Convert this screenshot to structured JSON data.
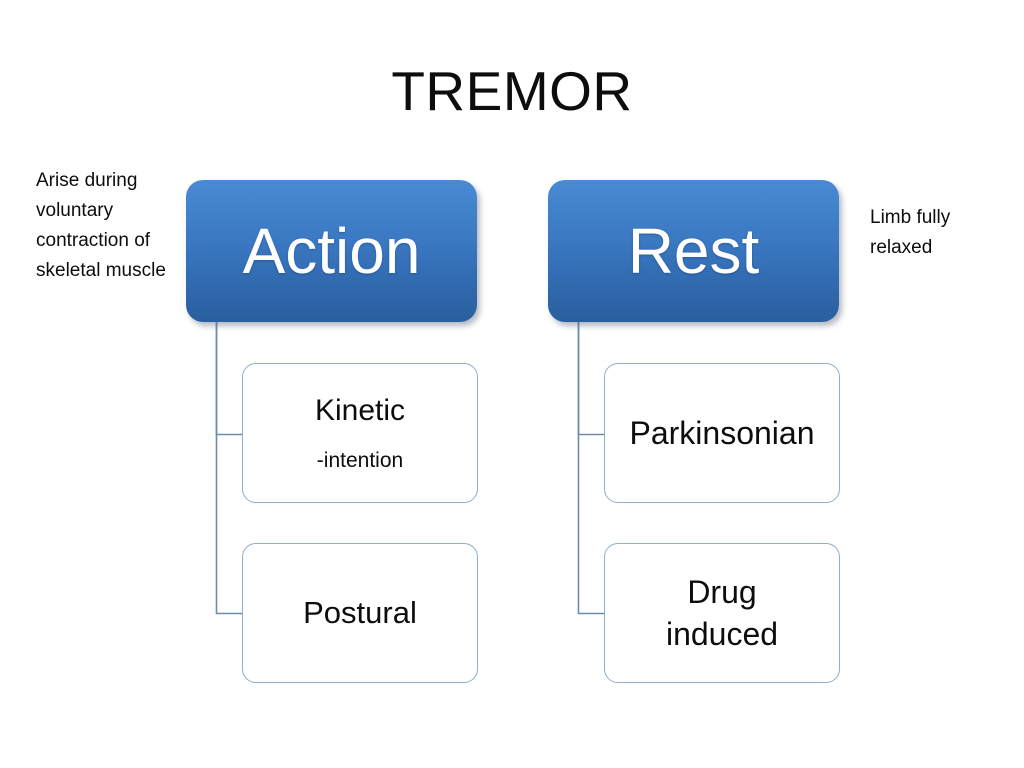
{
  "slide": {
    "title": "TREMOR",
    "background_color": "#ffffff",
    "text_color": "#0d0d0d"
  },
  "theme": {
    "parent_gradient_top": "#4a8ad4",
    "parent_gradient_bottom": "#2a5f9e",
    "parent_label_color": "#ffffff",
    "child_border_color": "#8fadcd",
    "child_fill_color": "#ffffff",
    "connector_color": "#6d8cb0"
  },
  "annotations": {
    "left": "Arise during voluntary contraction of skeletal muscle",
    "right": "Limb fully relaxed"
  },
  "diagram": {
    "type": "hierarchy",
    "branches": [
      {
        "id": "action",
        "label": "Action",
        "note": "Arise during voluntary contraction of skeletal muscle",
        "children": [
          {
            "id": "kinetic",
            "label": "Kinetic",
            "sublabel": "-intention"
          },
          {
            "id": "postural",
            "label": "Postural",
            "sublabel": ""
          }
        ]
      },
      {
        "id": "rest",
        "label": "Rest",
        "note": "Limb fully relaxed",
        "children": [
          {
            "id": "parkinsonian",
            "label": "Parkinsonian",
            "sublabel": ""
          },
          {
            "id": "drug-induced",
            "label": "Drug\ninduced",
            "sublabel": ""
          }
        ]
      }
    ]
  }
}
